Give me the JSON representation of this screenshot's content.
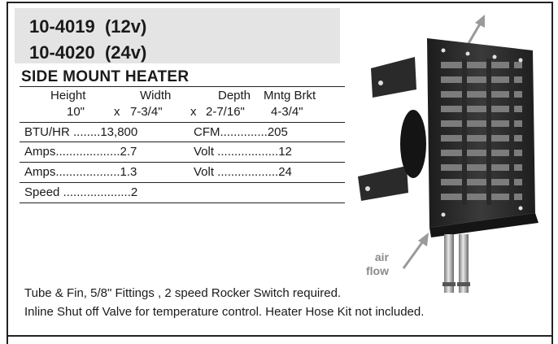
{
  "models": [
    "10-4019  (12v)",
    "10-4020  (24v)"
  ],
  "heading": "SIDE  MOUNT HEATER",
  "dimensions": {
    "headers": [
      "Height",
      "Width",
      "Depth",
      "Mntg Brkt"
    ],
    "values": [
      "10\"",
      "x",
      "7-3/4\"",
      "x",
      "2-7/16\"",
      "4-3/4\""
    ]
  },
  "specs": [
    {
      "left": "BTU/HR ........13,800",
      "right": "CFM..............205"
    },
    {
      "left": "Amps...................2.7",
      "right": "Volt ..................12"
    },
    {
      "left": "Amps...................1.3",
      "right": "Volt ..................24"
    },
    {
      "left": "Speed ....................2",
      "right": ""
    }
  ],
  "airflow": [
    "air",
    "flow"
  ],
  "notes": [
    "Tube & Fin, 5/8\" Fittings , 2 speed Rocker Switch required.",
    "Inline Shut off Valve for temperature control. Heater Hose Kit not included."
  ],
  "colors": {
    "title_bg": "#e4e4e4",
    "rule": "#222222",
    "airflow_text": "#8a8a8a",
    "heater_body": "#2a2a2a"
  }
}
